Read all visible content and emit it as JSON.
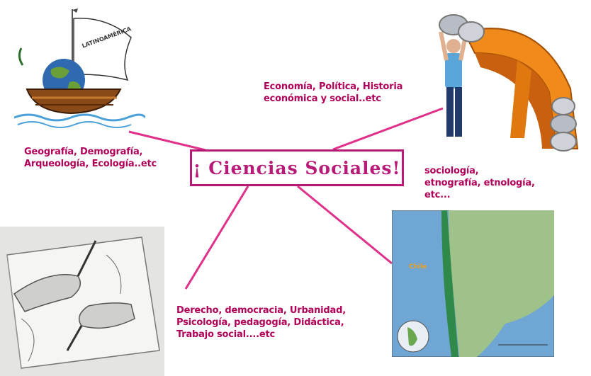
{
  "center": {
    "title": "¡ Ciencias Sociales!"
  },
  "branches": {
    "top_left": {
      "lines": [
        "Geografía, Demografía,",
        "Arqueología, Ecología..etc"
      ]
    },
    "top_right": {
      "lines": [
        "Economía, Política, Historia",
        "económica y social..etc"
      ]
    },
    "right": {
      "lines": [
        "sociología,",
        "etnografía, etnología,",
        "etc..."
      ]
    },
    "bottom": {
      "lines": [
        "Derecho, democracia, Urbanidad,",
        "Psicología, pedagogía, Didáctica,",
        "Trabajo social....etc"
      ]
    }
  },
  "images": {
    "ship": {
      "sail_text": "LATINOAMÉRICA"
    },
    "map": {
      "country_label": "Chile"
    }
  },
  "colors": {
    "accent": "#b81a78",
    "text": "#b0005a",
    "line": "#e0308a"
  }
}
